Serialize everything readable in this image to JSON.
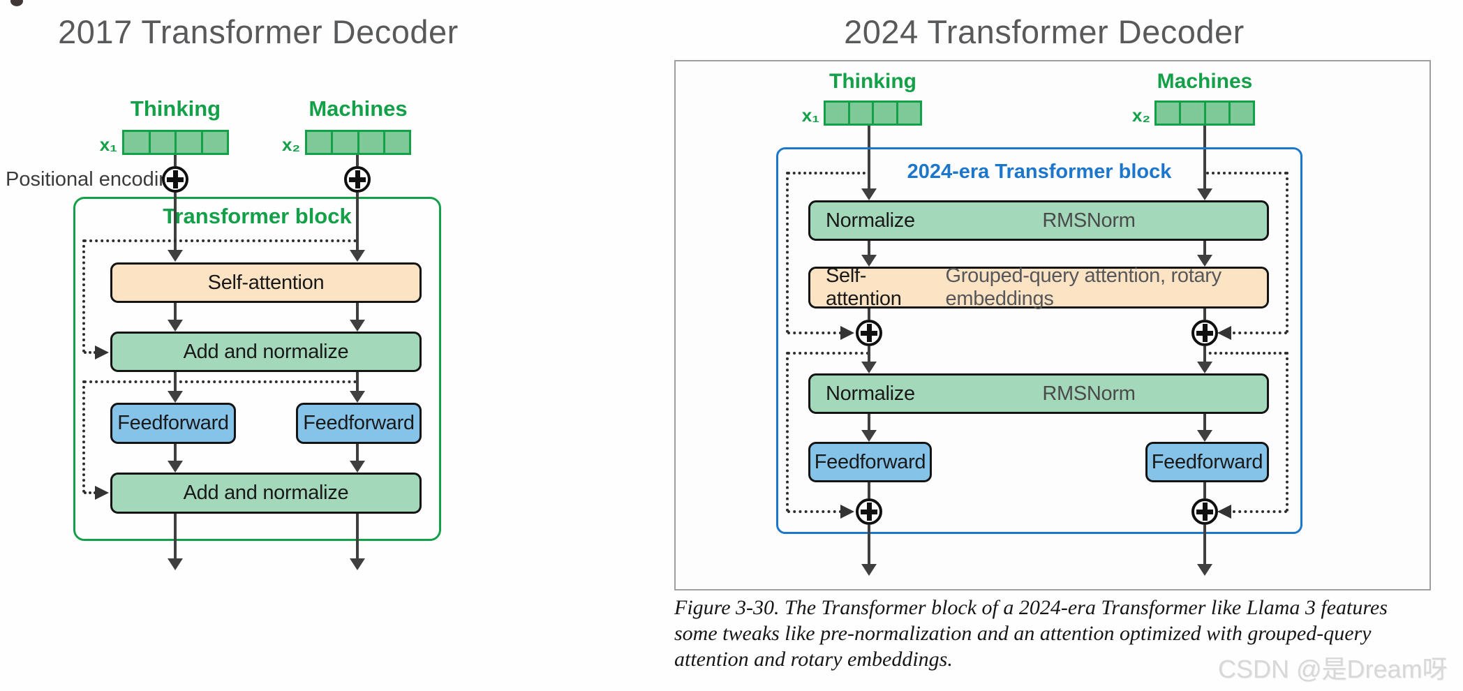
{
  "left": {
    "title": "2017 Transformer Decoder",
    "block_label": "Transformer block",
    "positional_encoding": "Positional encoding",
    "token1_word": "Thinking",
    "token1_var": "x₁",
    "token2_word": "Machines",
    "token2_var": "x₂",
    "self_attention": "Self-attention",
    "add_normalize": "Add and normalize",
    "feedforward": "Feedforward"
  },
  "right": {
    "title": "2024 Transformer Decoder",
    "block_label": "2024-era Transformer block",
    "token1_word": "Thinking",
    "token1_var": "x₁",
    "token2_word": "Machines",
    "token2_var": "x₂",
    "normalize": "Normalize",
    "normalize_detail": "RMSNorm",
    "self_attention": "Self-attention",
    "self_attention_detail": "Grouped-query attention, rotary embeddings",
    "feedforward": "Feedforward"
  },
  "caption": {
    "lines": [
      "Figure 3-30. The Transformer block of a 2024-era Transformer like Llama 3 features",
      "some tweaks like pre-normalization and an attention optimized with grouped-query",
      "attention and rotary embeddings."
    ]
  },
  "watermark": "CSDN @是Dream呀",
  "icons": {
    "plus_circle": "positional-add-plus-circle",
    "arrow": "flow-arrow"
  },
  "colors": {
    "green": "#13a049",
    "token_fill": "#7fc898",
    "self_attention_fill": "#fbe3c3",
    "normalize_fill": "#a4d8ba",
    "feedforward_fill": "#85c3e9",
    "blue_accent": "#1b76cc",
    "arrow_gray": "#3f3f3f",
    "title_gray": "#58595b",
    "outer_border_gray": "#9e9e9e",
    "watermark_gray": "#d8d8d8"
  }
}
